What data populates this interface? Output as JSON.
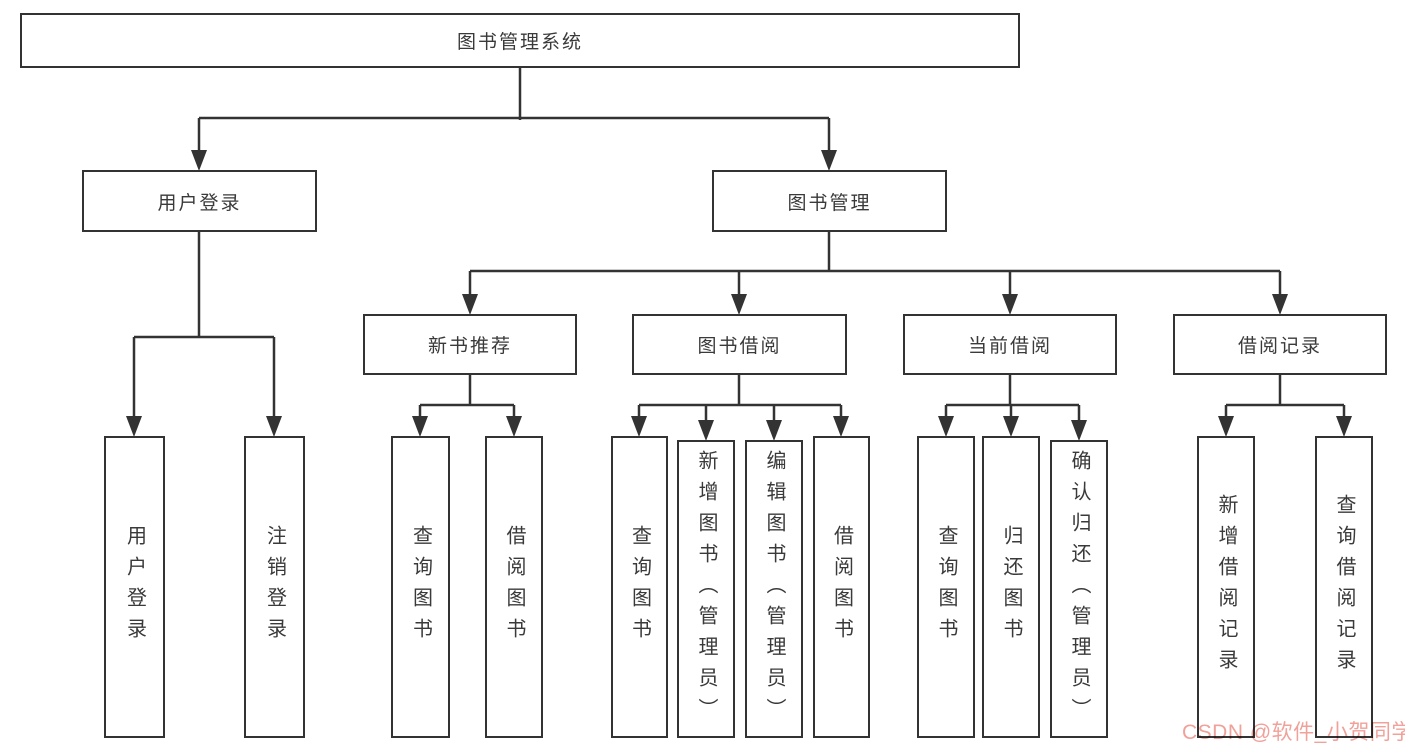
{
  "diagram": {
    "type": "tree",
    "line_color": "#333333",
    "text_color": "#3a3a3a",
    "root": {
      "label": "图书管理系统"
    },
    "level2": [
      {
        "id": "user-login",
        "label": "用户登录"
      },
      {
        "id": "book-mgmt",
        "label": "图书管理"
      }
    ],
    "level3": [
      {
        "id": "new-book-recommend",
        "parent": "图书管理",
        "label": "新书推荐"
      },
      {
        "id": "book-borrow",
        "parent": "图书管理",
        "label": "图书借阅"
      },
      {
        "id": "current-borrow",
        "parent": "图书管理",
        "label": "当前借阅"
      },
      {
        "id": "borrow-records",
        "parent": "图书管理",
        "label": "借阅记录"
      }
    ],
    "leaves": [
      {
        "parent": "用户登录",
        "label": "用户登录"
      },
      {
        "parent": "用户登录",
        "label": "注销登录"
      },
      {
        "parent": "新书推荐",
        "label": "查询图书"
      },
      {
        "parent": "新书推荐",
        "label": "借阅图书"
      },
      {
        "parent": "图书借阅",
        "label": "查询图书"
      },
      {
        "parent": "图书借阅",
        "label": "新增图书（管理员）"
      },
      {
        "parent": "图书借阅",
        "label": "编辑图书（管理员）"
      },
      {
        "parent": "图书借阅",
        "label": "借阅图书"
      },
      {
        "parent": "当前借阅",
        "label": "查询图书"
      },
      {
        "parent": "当前借阅",
        "label": "归还图书"
      },
      {
        "parent": "当前借阅",
        "label": "确认归还（管理员）"
      },
      {
        "parent": "借阅记录",
        "label": "新增借阅记录"
      },
      {
        "parent": "借阅记录",
        "label": "查询借阅记录"
      }
    ]
  },
  "watermark": {
    "text": "CSDN @软件_小贺同学",
    "color": "#f0a19a"
  }
}
